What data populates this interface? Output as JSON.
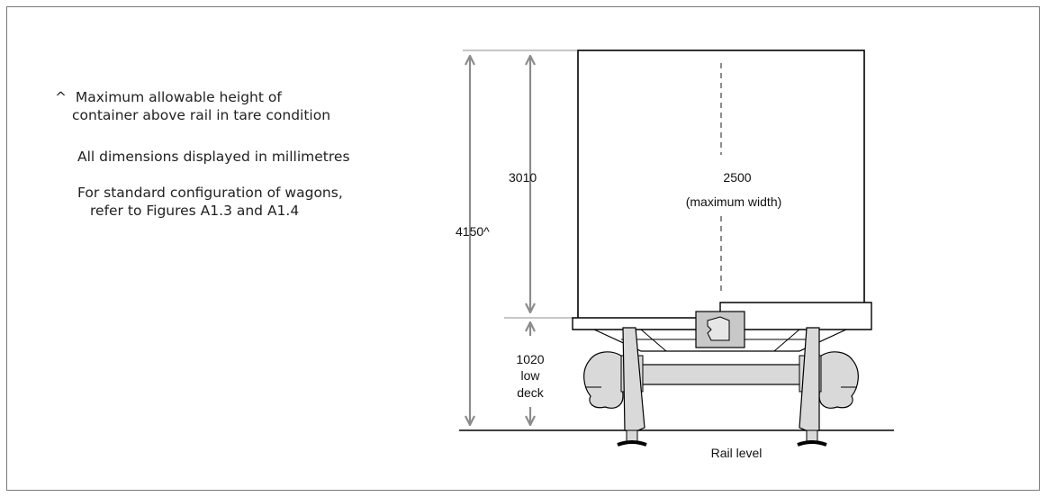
{
  "notes": {
    "caret": "^",
    "max_height_line1": "Maximum allowable height of",
    "max_height_line2": "container above rail in tare condition",
    "units": "All dimensions displayed in millimetres",
    "standard_line1": "For standard configuration of wagons,",
    "standard_line2": "refer to Figures A1.3 and A1.4"
  },
  "dimensions": {
    "total_height": "4150^",
    "container_height": "3010",
    "width_value": "2500",
    "width_note": "(maximum width)",
    "deck_height": "1020",
    "deck_label_1": "low",
    "deck_label_2": "deck"
  },
  "rail_label": "Rail level",
  "colors": {
    "dimension_line": "#8c8c8c",
    "wheel_fill": "#d9d9d9",
    "outline": "#000000"
  }
}
